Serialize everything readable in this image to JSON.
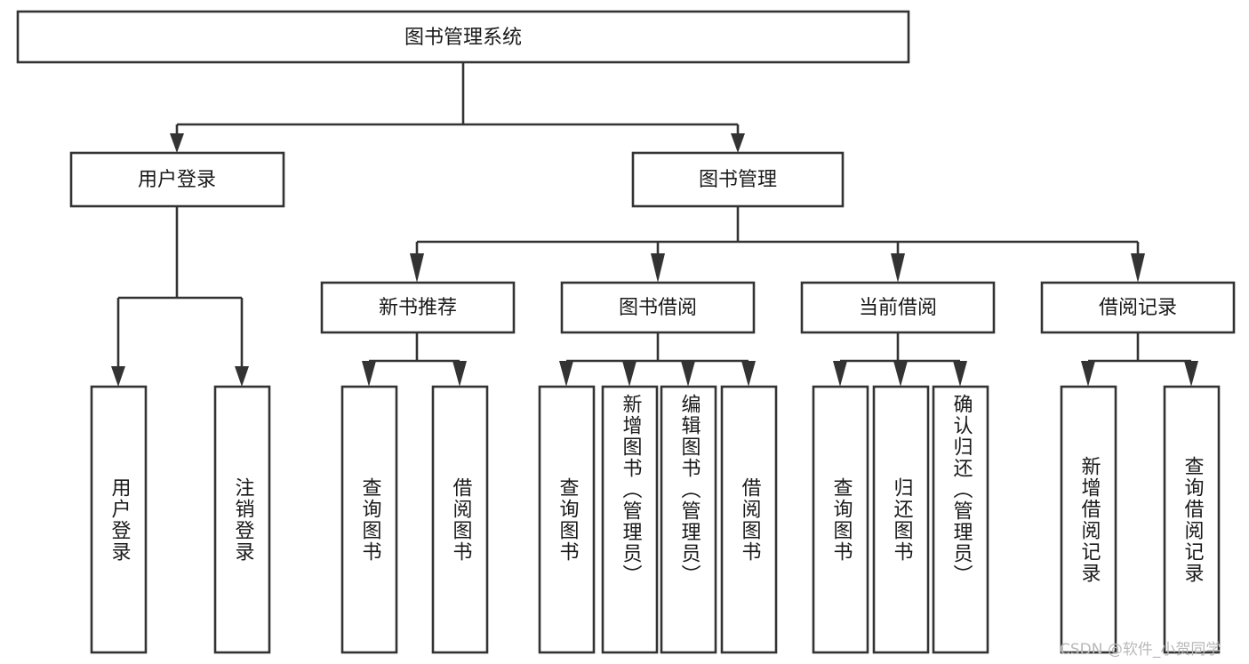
{
  "diagram": {
    "type": "tree-hierarchy-diagram",
    "title": "图书管理系统",
    "orientation": "top-down",
    "background_color": "#ffffff",
    "line_color": "#333333",
    "box_fill": "#ffffff",
    "text_color": "#1a1a1a",
    "root": {
      "id": "root",
      "label": "图书管理系统",
      "text_orientation": "horizontal"
    },
    "level2": [
      {
        "id": "user-login",
        "label": "用户登录",
        "text_orientation": "horizontal"
      },
      {
        "id": "book-manage",
        "label": "图书管理",
        "text_orientation": "horizontal"
      }
    ],
    "level3": [
      {
        "id": "new-book-rec",
        "label": "新书推荐",
        "parent": "book-manage",
        "text_orientation": "horizontal"
      },
      {
        "id": "book-borrow",
        "label": "图书借阅",
        "parent": "book-manage",
        "text_orientation": "horizontal"
      },
      {
        "id": "current-borrow",
        "label": "当前借阅",
        "parent": "book-manage",
        "text_orientation": "horizontal"
      },
      {
        "id": "borrow-record",
        "label": "借阅记录",
        "parent": "book-manage",
        "text_orientation": "horizontal"
      }
    ],
    "leaves": [
      {
        "id": "leaf-user-login",
        "label": "用户登录",
        "parent": "user-login",
        "text_orientation": "vertical"
      },
      {
        "id": "leaf-logout",
        "label": "注销登录",
        "parent": "user-login",
        "text_orientation": "vertical"
      },
      {
        "id": "leaf-query-book-1",
        "label": "查询图书",
        "parent": "new-book-rec",
        "text_orientation": "vertical"
      },
      {
        "id": "leaf-borrow-book-1",
        "label": "借阅图书",
        "parent": "new-book-rec",
        "text_orientation": "vertical"
      },
      {
        "id": "leaf-query-book-2",
        "label": "查询图书",
        "parent": "book-borrow",
        "text_orientation": "vertical"
      },
      {
        "id": "leaf-add-book",
        "label": "新增图书（管理员）",
        "parent": "book-borrow",
        "text_orientation": "vertical"
      },
      {
        "id": "leaf-edit-book",
        "label": "编辑图书（管理员）",
        "parent": "book-borrow",
        "text_orientation": "vertical"
      },
      {
        "id": "leaf-borrow-book-2",
        "label": "借阅图书",
        "parent": "book-borrow",
        "text_orientation": "vertical"
      },
      {
        "id": "leaf-query-book-3",
        "label": "查询图书",
        "parent": "current-borrow",
        "text_orientation": "vertical"
      },
      {
        "id": "leaf-return-book",
        "label": "归还图书",
        "parent": "current-borrow",
        "text_orientation": "vertical"
      },
      {
        "id": "leaf-confirm-return",
        "label": "确认归还（管理员）",
        "parent": "current-borrow",
        "text_orientation": "vertical"
      },
      {
        "id": "leaf-add-record",
        "label": "新增借阅记录",
        "parent": "borrow-record",
        "text_orientation": "vertical"
      },
      {
        "id": "leaf-query-record",
        "label": "查询借阅记录",
        "parent": "borrow-record",
        "text_orientation": "vertical"
      }
    ]
  },
  "watermark": {
    "text": "CSDN @软件_小贺同学",
    "color": "#b9b9b9"
  }
}
